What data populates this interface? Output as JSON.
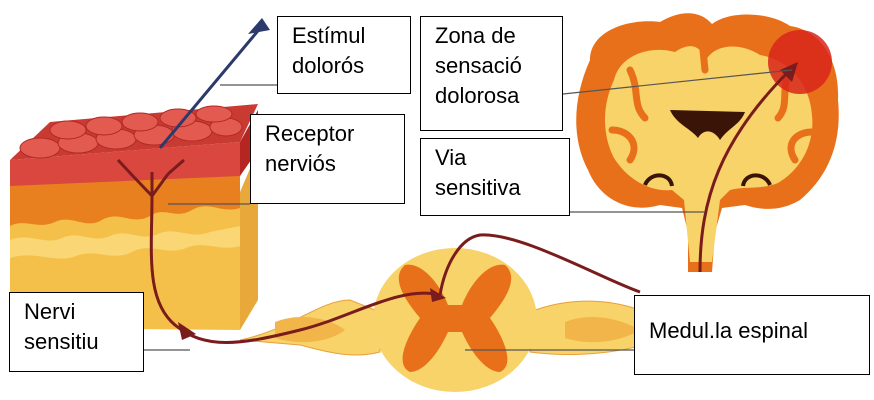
{
  "labels": {
    "stimulus": [
      "Estímul",
      "dolorós"
    ],
    "receptor": [
      "Receptor",
      "nerviós"
    ],
    "pain_zone": [
      "Zona de",
      "sensació",
      "dolorosa"
    ],
    "sensory_pathway": [
      "Via",
      "sensitiva"
    ],
    "sensory_nerve": [
      "Nervi",
      "sensitiu"
    ],
    "spinal_cord": [
      "Medul.la espinal"
    ]
  },
  "colors": {
    "skin_surface": "#d9473f",
    "skin_dark": "#b52622",
    "dermis": "#e8801f",
    "fat": "#f5c04a",
    "fat_light": "#fbdc7e",
    "neuron_path": "#7a1c1c",
    "needle": "#2b3a6b",
    "brain_gray": "#e9701a",
    "brain_white": "#f7d36a",
    "ventricle": "#3a1406",
    "pain_focus": "#d8251a"
  }
}
